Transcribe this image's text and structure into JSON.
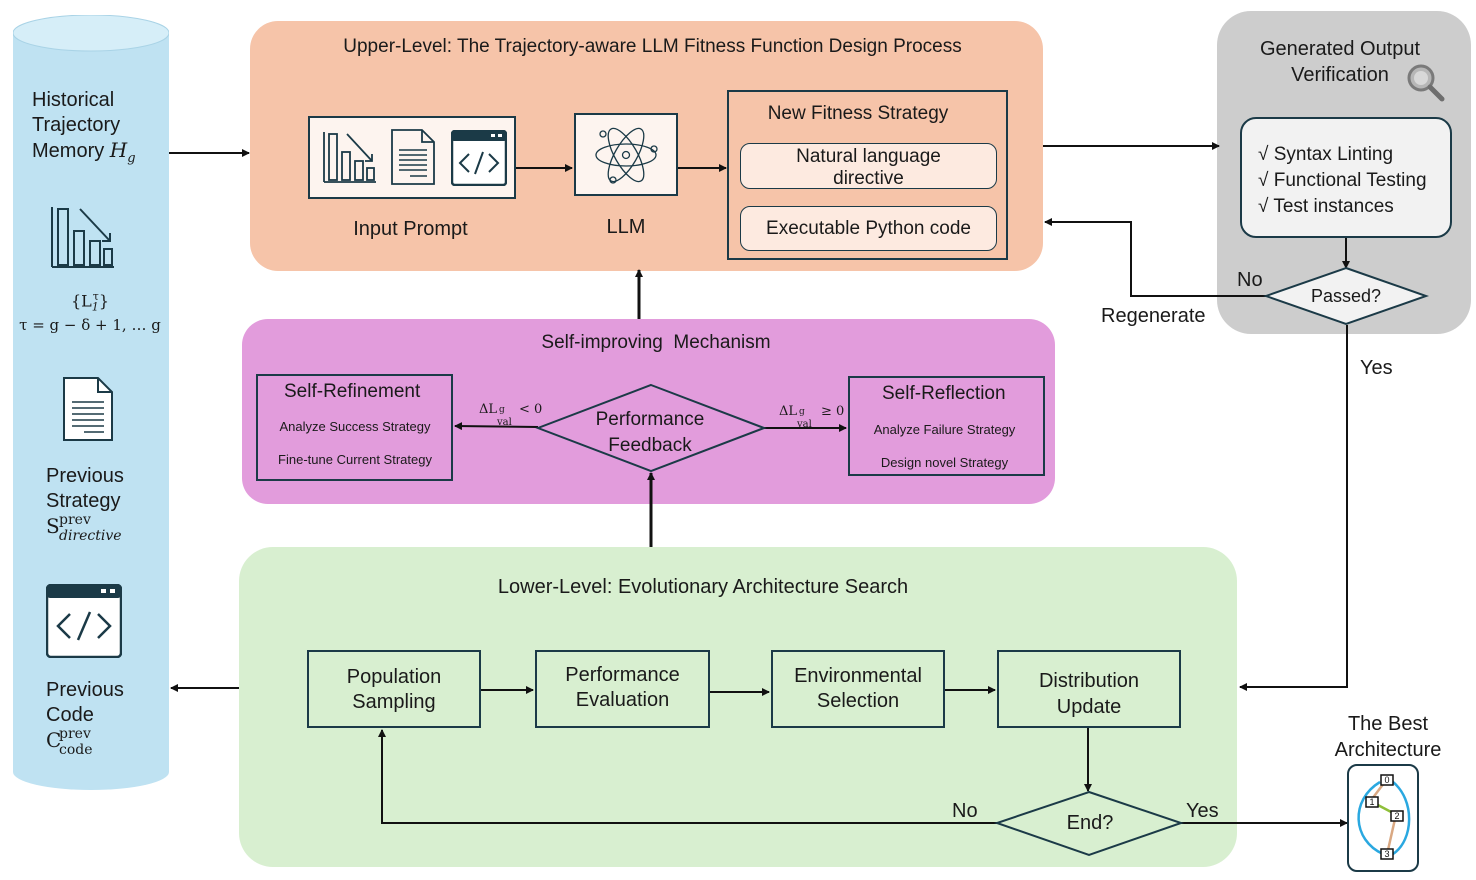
{
  "memory": {
    "title_lines": [
      "Historical",
      "Trajectory",
      "Memory"
    ],
    "title_symbol": "H",
    "title_symbol_sub": "g",
    "loss_set": "{L",
    "loss_set_sub": "1",
    "loss_set_sup": "τ",
    "loss_set_close": "}",
    "tau_range": "τ = g − δ + 1, … g",
    "strategy_lines": [
      "Previous",
      "Strategy"
    ],
    "strategy_symbol": "S",
    "strategy_sup": "prev",
    "strategy_sub": "directive",
    "code_lines": [
      "Previous",
      "Code"
    ],
    "code_symbol": "C",
    "code_sup": "prev",
    "code_sub": "code"
  },
  "upper": {
    "title": "Upper-Level: The Trajectory-aware LLM Fitness Function Design Process",
    "input_prompt": "Input Prompt",
    "llm": "LLM",
    "strategy_title": "New Fitness Strategy",
    "directive": "Natural language directive",
    "code": "Executable Python code"
  },
  "verification": {
    "title_line1": "Generated Output",
    "title_line2": "Verification",
    "checks": [
      "√  Syntax Linting",
      "√ Functional Testing",
      "√ Test instances"
    ],
    "decision": "Passed?",
    "no": "No",
    "yes": "Yes",
    "regenerate": "Regenerate"
  },
  "self": {
    "title": "Self-improving  Mechanism",
    "refine_title": "Self-Refinement",
    "refine_items": [
      "Analyze Success Strategy",
      "Fine-tune Current Strategy"
    ],
    "feedback_line1": "Performance",
    "feedback_line2": "Feedback",
    "reflect_title": "Self-Reflection",
    "reflect_items": [
      "Analyze Failure Strategy",
      "Design novel Strategy"
    ],
    "left_cond": "< 0",
    "right_cond": "≥ 0",
    "delta_label": "ΔL",
    "delta_sub": "val",
    "delta_sup": "g"
  },
  "lower": {
    "title": "Lower-Level: Evolutionary Architecture Search",
    "steps": [
      [
        "Population",
        "Sampling"
      ],
      [
        "Performance",
        "Evaluation"
      ],
      [
        "Environmental",
        "Selection"
      ],
      [
        "Distribution",
        "Update"
      ]
    ],
    "decision": "End?",
    "no": "No",
    "yes": "Yes"
  },
  "best": {
    "title_line1": "The Best",
    "title_line2": "Architecture",
    "nodes": [
      "0",
      "1",
      "2",
      "3"
    ]
  },
  "colors": {
    "memory": "#bfe2f2",
    "upper": "#f6c4a9",
    "verification": "#cdcdcd",
    "self": "#e29cdc",
    "lower": "#d8efd0",
    "box_border": "#1b3a47"
  }
}
